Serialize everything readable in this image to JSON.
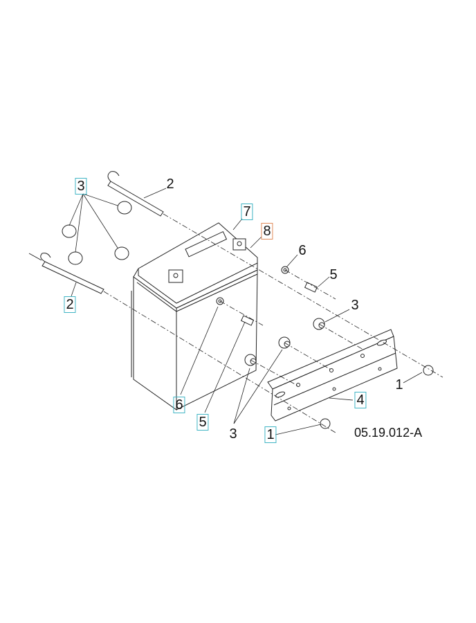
{
  "diagram": {
    "drawing_number": "05.19.012-A",
    "callouts": [
      {
        "id": "3a",
        "text": "3",
        "boxed": true
      },
      {
        "id": "2a",
        "text": "2",
        "boxed": false
      },
      {
        "id": "7",
        "text": "7",
        "boxed": true
      },
      {
        "id": "8",
        "text": "8",
        "boxed": true,
        "highlight": "orange"
      },
      {
        "id": "6a",
        "text": "6",
        "boxed": false
      },
      {
        "id": "5a",
        "text": "5",
        "boxed": false
      },
      {
        "id": "3b",
        "text": "3",
        "boxed": false
      },
      {
        "id": "2b",
        "text": "2",
        "boxed": true
      },
      {
        "id": "1a",
        "text": "1",
        "boxed": false
      },
      {
        "id": "4",
        "text": "4",
        "boxed": true
      },
      {
        "id": "6b",
        "text": "6",
        "boxed": true
      },
      {
        "id": "5b",
        "text": "5",
        "boxed": true
      },
      {
        "id": "3c",
        "text": "3",
        "boxed": false
      },
      {
        "id": "1b",
        "text": "1",
        "boxed": true
      }
    ],
    "colors": {
      "box_cyan": "#3fb4c4",
      "box_orange": "#e08a5a",
      "line": "#222222"
    }
  }
}
